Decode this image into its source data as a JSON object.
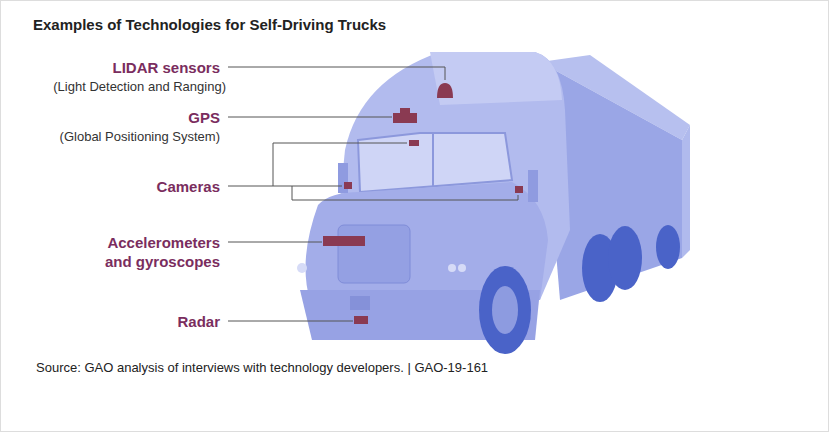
{
  "diagram": {
    "title": "Examples of Technologies for Self-Driving Trucks",
    "caption": "Source: GAO analysis of interviews with technology developers. | GAO-19-161",
    "labels": [
      "LIDAR sensors",
      "(Light Detection and Ranging)",
      "GPS",
      "(Global Positioning System)",
      "Cameras",
      "Accelerometers and gyroscopes",
      "Radar"
    ]
  }
}
